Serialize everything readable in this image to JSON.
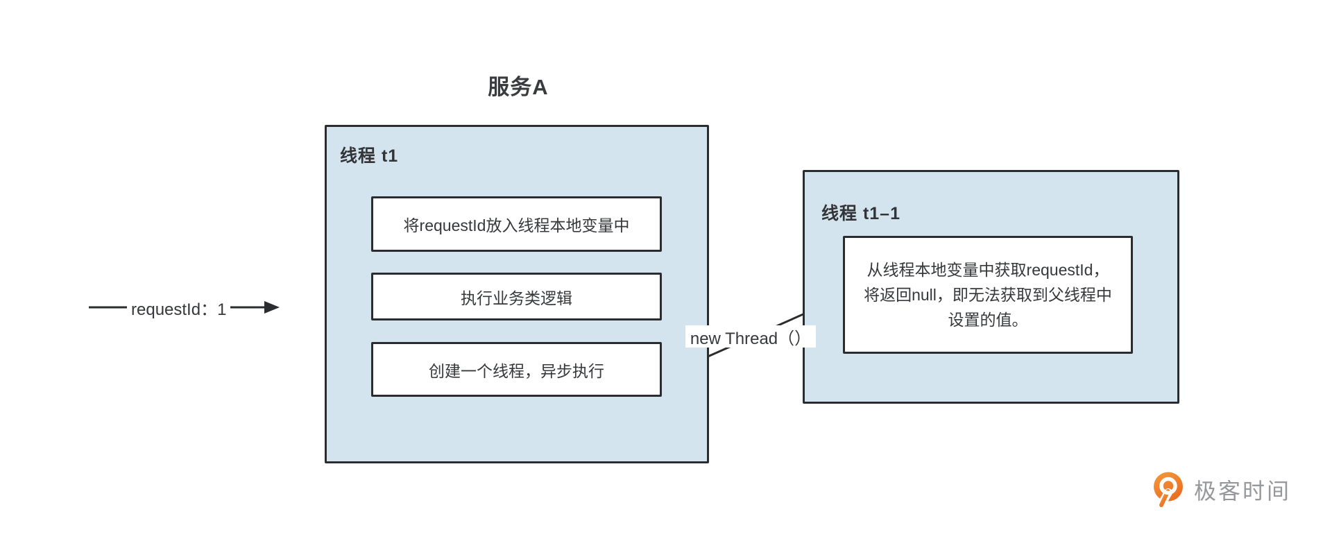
{
  "title": "服务A",
  "left_panel": {
    "label": "线程 t1",
    "boxes": [
      "将requestId放入线程本地变量中",
      "执行业务类逻辑",
      "创建一个线程，异步执行"
    ]
  },
  "right_panel": {
    "label": "线程 t1–1",
    "box_lines": [
      "从线程本地变量中获取requestId，",
      "将返回null，即无法获取到父线程中",
      "设置的值。"
    ]
  },
  "arrows": {
    "request_label": "requestId：1",
    "thread_label": "new Thread（）"
  },
  "logo": {
    "text": "极客时间"
  },
  "colors": {
    "panel_fill": "#d4e4ee",
    "border": "#2b2c2f",
    "text": "#36383b",
    "logo_orange": "#f07c26",
    "logo_text": "#96989b"
  }
}
